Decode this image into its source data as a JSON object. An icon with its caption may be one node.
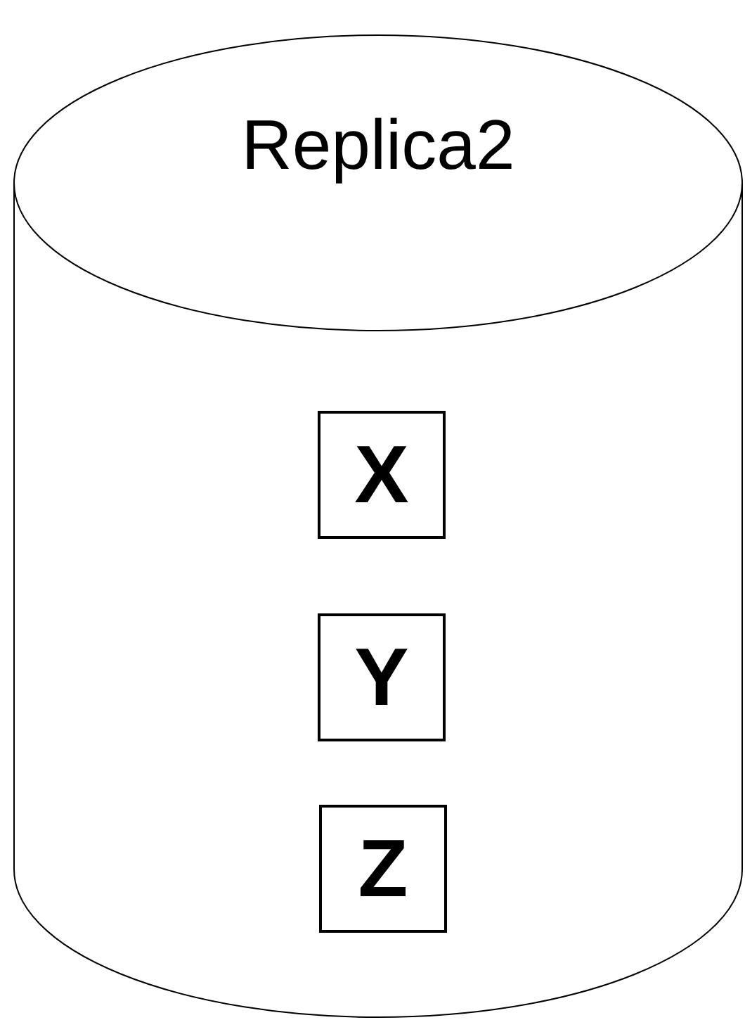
{
  "diagram": {
    "nodes": [
      {
        "text": [
          "Replica2"
        ]
      },
      {
        "text": [
          "X"
        ],
        "in": 0
      },
      {
        "text": [
          "Y"
        ],
        "in": 0
      },
      {
        "text": [
          "Z"
        ],
        "in": 0
      }
    ]
  }
}
